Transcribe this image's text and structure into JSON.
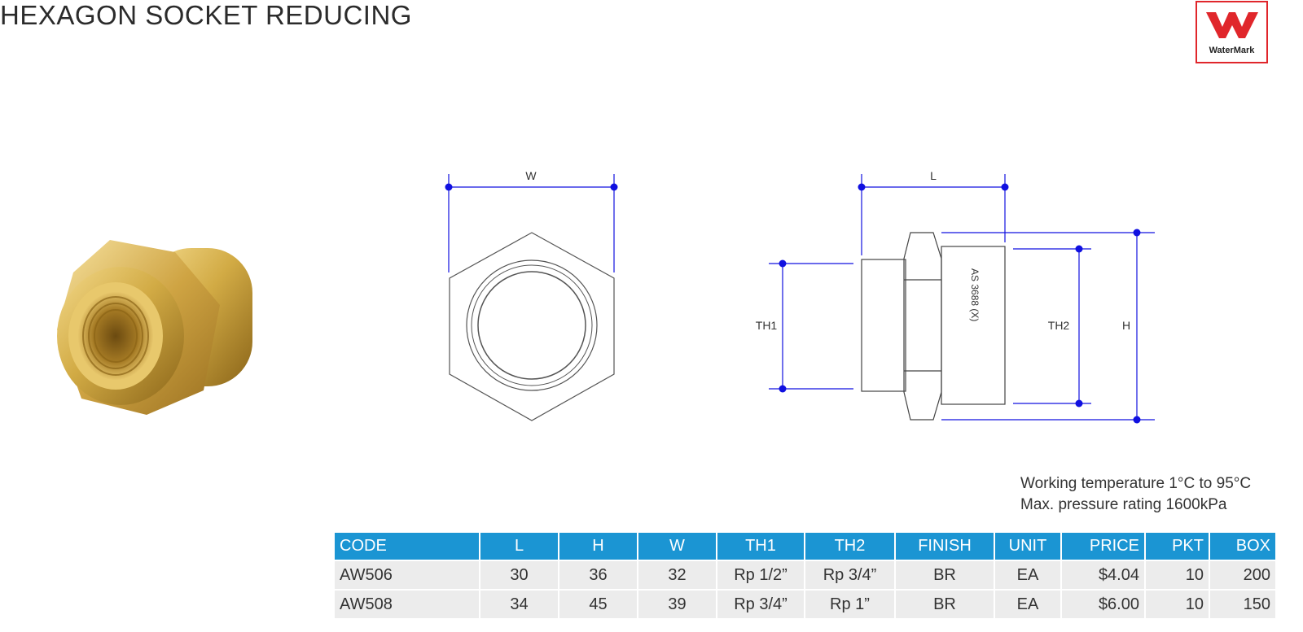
{
  "header": {
    "title": "HEXAGON SOCKET REDUCING",
    "logo_text": "WaterMark"
  },
  "drawing": {
    "labels": {
      "w": "W",
      "l": "L",
      "th1": "TH1",
      "th2": "TH2",
      "h": "H"
    },
    "body_marking": "AS 3688 (X)",
    "dimension_color": "#1010e0"
  },
  "notes": {
    "line1": "Working temperature 1°C to 95°C",
    "line2": "Max. pressure rating 1600kPa"
  },
  "table": {
    "headers": [
      "CODE",
      "L",
      "H",
      "W",
      "TH1",
      "TH2",
      "FINISH",
      "UNIT",
      "PRICE",
      "PKT",
      "BOX"
    ],
    "rows": [
      [
        "AW506",
        "30",
        "36",
        "32",
        "Rp 1/2”",
        "Rp 3/4”",
        "BR",
        "EA",
        "$4.04",
        "10",
        "200"
      ],
      [
        "AW508",
        "34",
        "45",
        "39",
        "Rp 3/4”",
        "Rp 1”",
        "BR",
        "EA",
        "$6.00",
        "10",
        "150"
      ]
    ]
  },
  "colors": {
    "header_blue": "#1b95d3",
    "row_grey": "#ececec",
    "brass": "#c9a13a",
    "logo_red": "#e0262b"
  }
}
